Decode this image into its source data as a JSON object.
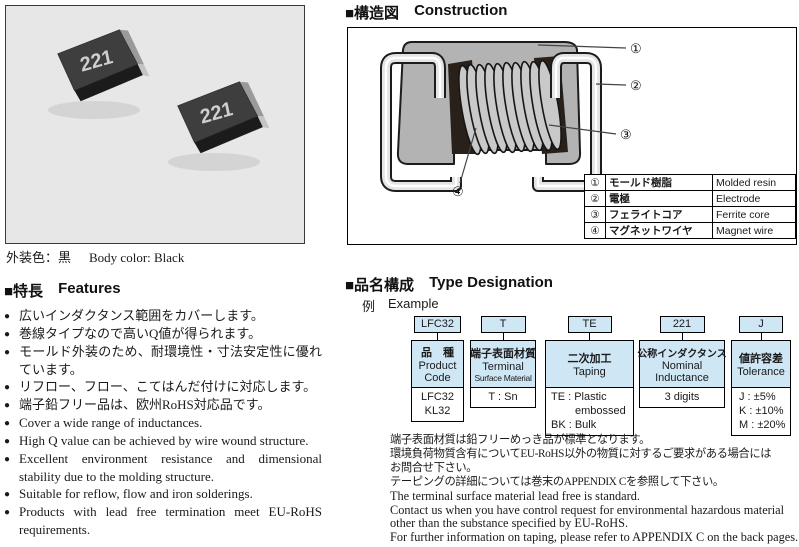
{
  "photo": {
    "chip_label": "221",
    "caption_jp": "外装色：黒",
    "caption_en": "Body color: Black"
  },
  "features": {
    "heading_jp": "■特長",
    "heading_en": "Features",
    "bullet": "●",
    "items": [
      "広いインダクタンス範囲をカバーします。",
      "巻線タイプなので高いQ値が得られます。",
      "モールド外装のため、耐環境性・寸法安定性に優れています。",
      "リフロー、フロー、こてはんだ付けに対応します。",
      "端子鉛フリー品は、欧州RoHS対応品です。",
      "Cover a wide range of inductances.",
      "High Q value can be achieved by wire wound structure.",
      "Excellent environment resistance and dimensional stability due to the molding structure.",
      "Suitable for reflow, flow and iron solderings.",
      "Products with lead free termination meet EU-RoHS requirements."
    ]
  },
  "construction": {
    "heading_jp": "■構造図",
    "heading_en": "Construction",
    "callouts": {
      "c1": "①",
      "c2": "②",
      "c3": "③",
      "c4": "④"
    },
    "legend": [
      {
        "num": "①",
        "jp": "モールド樹脂",
        "en": "Molded resin"
      },
      {
        "num": "②",
        "jp": "電極",
        "en": "Electrode"
      },
      {
        "num": "③",
        "jp": "フェライトコア",
        "en": "Ferrite core"
      },
      {
        "num": "④",
        "jp": "マグネットワイヤ",
        "en": "Magnet wire"
      }
    ]
  },
  "type_designation": {
    "heading_jp": "■品名構成",
    "heading_en": "Type Designation",
    "example_jp": "例",
    "example_en": "Example",
    "fields": [
      {
        "code": "LFC32",
        "label_jp": "品　種",
        "label_en_1": "Product",
        "label_en_2": "Code",
        "values": [
          "LFC32",
          "KL32"
        ]
      },
      {
        "code": "T",
        "label_jp": "端子表面材質",
        "label_en_1": "Terminal",
        "label_en_2": "Surface Material",
        "values": [
          "T : Sn"
        ]
      },
      {
        "code": "TE",
        "label_jp": "二次加工",
        "label_en_1": "Taping",
        "label_en_2": "",
        "values": [
          "TE : Plastic",
          "embossed",
          "BK : Bulk"
        ]
      },
      {
        "code": "221",
        "label_jp": "公称インダクタンス",
        "label_en_1": "Nominal",
        "label_en_2": "Inductance",
        "values": [
          "3 digits"
        ]
      },
      {
        "code": "J",
        "label_jp": "値許容差",
        "label_en_1": "Tolerance",
        "label_en_2": "",
        "values": [
          "J : ±5%",
          "K : ±10%",
          "M : ±20%"
        ]
      }
    ],
    "notes": [
      "端子表面材質は鉛フリーめっき品が標準となります。",
      "環境負荷物質含有についてEU-RoHS以外の物質に対するご要求がある場合には",
      "お問合せ下さい。",
      "テーピングの詳細については巻末のAPPENDIX Cを参照して下さい。",
      "The terminal surface material lead free is standard.",
      "Contact us when you have control request for environmental hazardous material",
      "other than the substance specified by EU-RoHS.",
      "For further information on taping, please refer to APPENDIX C on the back pages."
    ]
  },
  "colors": {
    "accent_blue": "#cfe7f5",
    "photo_bg": "#e7e7e7",
    "resin_gray": "#b3b3b3",
    "core_dark": "#2a201a",
    "coil_gray": "#c9c9c9",
    "electrode_light": "#e4e4e4"
  }
}
